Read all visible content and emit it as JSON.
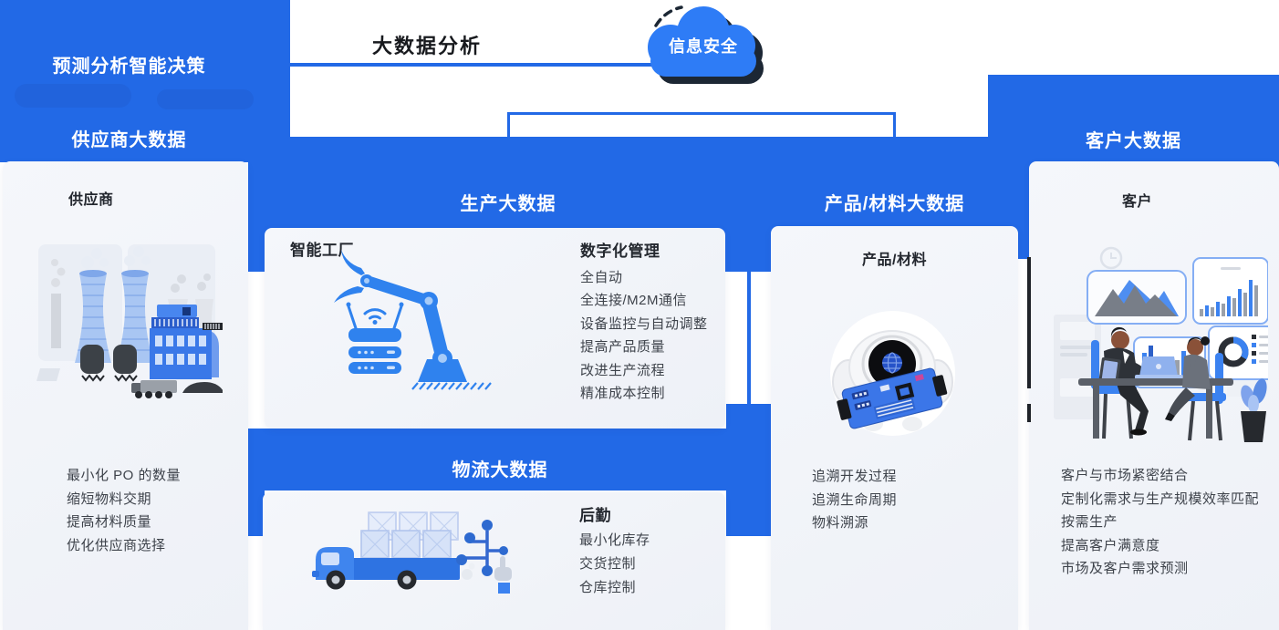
{
  "colors": {
    "primary_blue": "#2269e6",
    "cloud_blue": "#2e7cf6",
    "card_background": "#f0f3f8",
    "heading_text": "#24282f",
    "list_text": "#3e434b"
  },
  "top": {
    "decision_label": "预测分析智能决策",
    "analysis_label": "大数据分析",
    "security_label": "信息安全"
  },
  "supplier": {
    "header": "供应商大数据",
    "card_title": "供应商",
    "items": [
      "最小化 PO 的数量",
      "缩短物料交期",
      "提高材料质量",
      "优化供应商选择"
    ]
  },
  "production": {
    "header": "生产大数据",
    "factory_title": "智能工厂",
    "digital_title": "数字化管理",
    "items": [
      "全自动",
      "全连接/M2M通信",
      "设备监控与自动调整",
      "提高产品质量",
      "改进生产流程",
      "精准成本控制"
    ]
  },
  "logistics": {
    "header": "物流大数据",
    "card_title": "后勤",
    "items": [
      "最小化库存",
      "交货控制",
      "仓库控制"
    ]
  },
  "product": {
    "header": "产品/材料大数据",
    "card_title": "产品/材料",
    "items": [
      "追溯开发过程",
      "追溯生命周期",
      "物料溯源"
    ]
  },
  "customer": {
    "header": "客户大数据",
    "card_title": "客户",
    "items": [
      "客户与市场紧密结合",
      "定制化需求与生产规模效率匹配",
      "按需生产",
      "提高客户满意度",
      "市场及客户需求预测"
    ]
  }
}
